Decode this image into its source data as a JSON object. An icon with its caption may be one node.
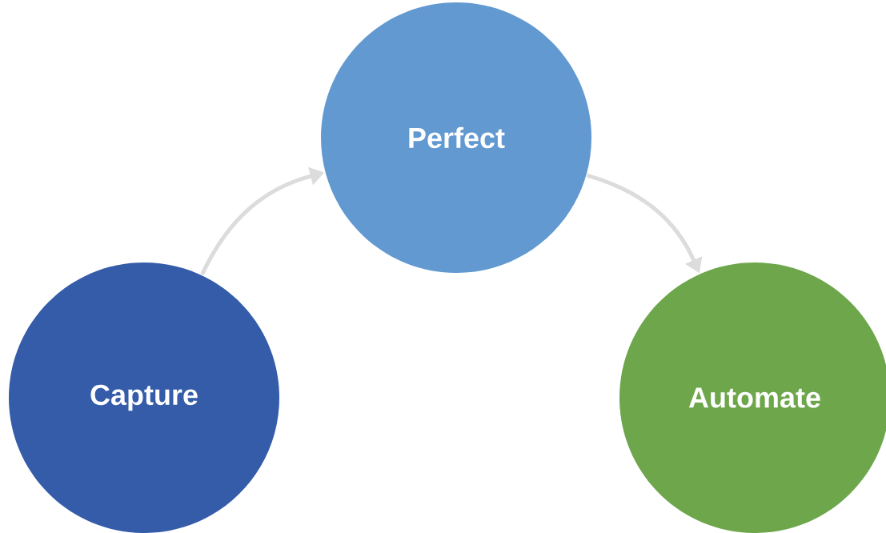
{
  "diagram": {
    "nodes": [
      {
        "text": [
          "Capture"
        ]
      },
      {
        "text": [
          "Perfect"
        ]
      },
      {
        "text": [
          "Automate"
        ]
      }
    ],
    "edges": [
      {
        "from": 0,
        "to": 1,
        "arrow": "to"
      },
      {
        "from": 1,
        "to": 2,
        "arrow": "to"
      }
    ]
  }
}
